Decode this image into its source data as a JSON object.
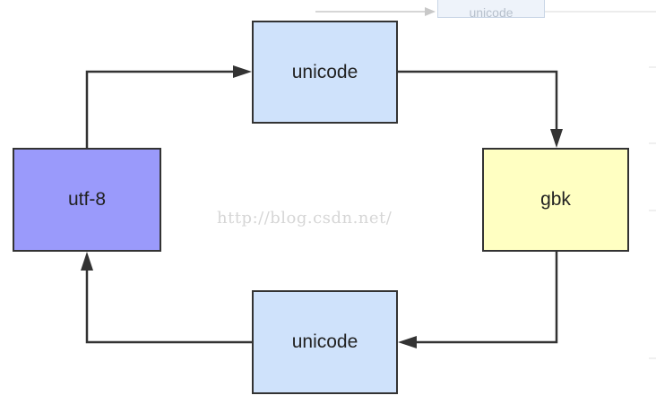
{
  "diagram": {
    "nodes": {
      "top": {
        "label": "unicode",
        "fill": "#cfe2fb"
      },
      "right": {
        "label": "gbk",
        "fill": "#ffffc2"
      },
      "bottom": {
        "label": "unicode",
        "fill": "#cfe2fb"
      },
      "left": {
        "label": "utf-8",
        "fill": "#9a9afb"
      }
    },
    "edges": [
      {
        "from": "left",
        "to": "top"
      },
      {
        "from": "top",
        "to": "right"
      },
      {
        "from": "right",
        "to": "bottom"
      },
      {
        "from": "bottom",
        "to": "left"
      }
    ],
    "watermark": "http://blog.csdn.net/",
    "background_fragment": {
      "label": "unicode"
    },
    "colors": {
      "stroke": "#333333",
      "ghost_line": "#c8c8c8"
    }
  }
}
